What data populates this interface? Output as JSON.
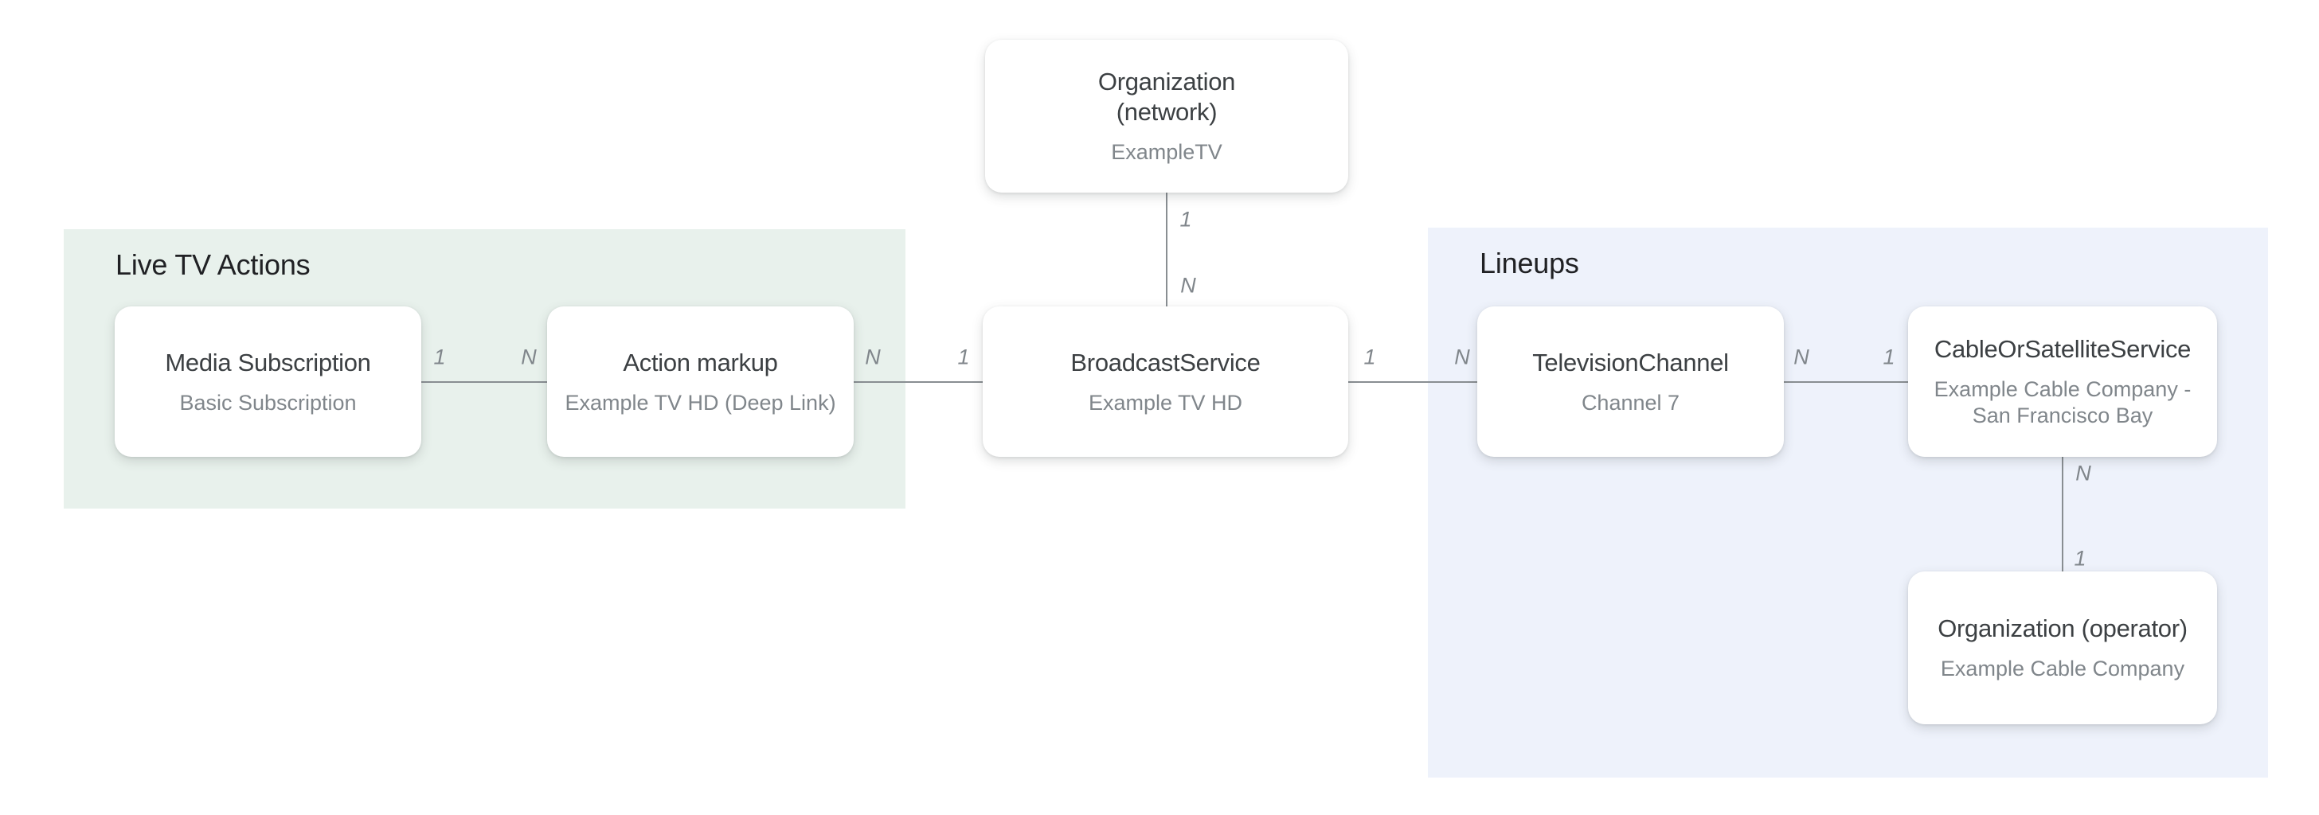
{
  "groups": {
    "live_tv_actions": {
      "title": "Live TV Actions"
    },
    "lineups": {
      "title": "Lineups"
    }
  },
  "nodes": {
    "org_network": {
      "title_line1": "Organization",
      "title_line2": "(network)",
      "subtitle": "ExampleTV"
    },
    "media_subscription": {
      "title": "Media Subscription",
      "subtitle": "Basic Subscription"
    },
    "action_markup": {
      "title": "Action markup",
      "subtitle": "Example TV HD (Deep Link)"
    },
    "broadcast_service": {
      "title": "BroadcastService",
      "subtitle": "Example TV HD"
    },
    "television_channel": {
      "title": "TelevisionChannel",
      "subtitle": "Channel 7"
    },
    "cable_or_satellite_service": {
      "title": "CableOrSatelliteService",
      "subtitle_line1": "Example Cable Company -",
      "subtitle_line2": "San Francisco Bay"
    },
    "org_operator": {
      "title": "Organization (operator)",
      "subtitle": "Example Cable Company"
    }
  },
  "edges": {
    "org_network_to_broadcast_service": {
      "start_label": "1",
      "end_label": "N"
    },
    "media_subscription_to_action_markup": {
      "start_label": "1",
      "end_label": "N"
    },
    "action_markup_to_broadcast_service": {
      "start_label": "N",
      "end_label": "1"
    },
    "broadcast_service_to_television_channel": {
      "start_label": "1",
      "end_label": "N"
    },
    "television_channel_to_cable_or_satellite_service": {
      "start_label": "N",
      "end_label": "1"
    },
    "cable_or_satellite_service_to_org_operator": {
      "start_label": "N",
      "end_label": "1"
    }
  },
  "colors": {
    "live_tv_actions_bg": "#e8f1ec",
    "lineups_bg": "#eef2fb",
    "connector_line": "#898e92",
    "node_title_text": "#3c4043",
    "node_subtitle_text": "#80868b",
    "cardinality_label_text": "#80868b",
    "section_title_text": "#202124",
    "node_bg": "#ffffff",
    "page_bg": "#ffffff"
  }
}
